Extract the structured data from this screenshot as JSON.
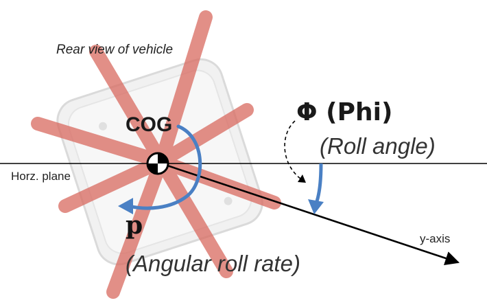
{
  "diagram": {
    "caption": "Rear view of vehicle",
    "horizontal_plane_label": "Horz. plane",
    "cog_label": "COG",
    "phi_symbol_label": "Φ (Phi)",
    "roll_angle_label": "(Roll angle)",
    "p_symbol_label": "p",
    "roll_rate_label": "(Angular roll rate)",
    "y_axis_label": "y-axis"
  },
  "colors": {
    "arc_blue": "#4a80c4",
    "red_arms": "#d96a60",
    "axis_line": "#000000"
  }
}
